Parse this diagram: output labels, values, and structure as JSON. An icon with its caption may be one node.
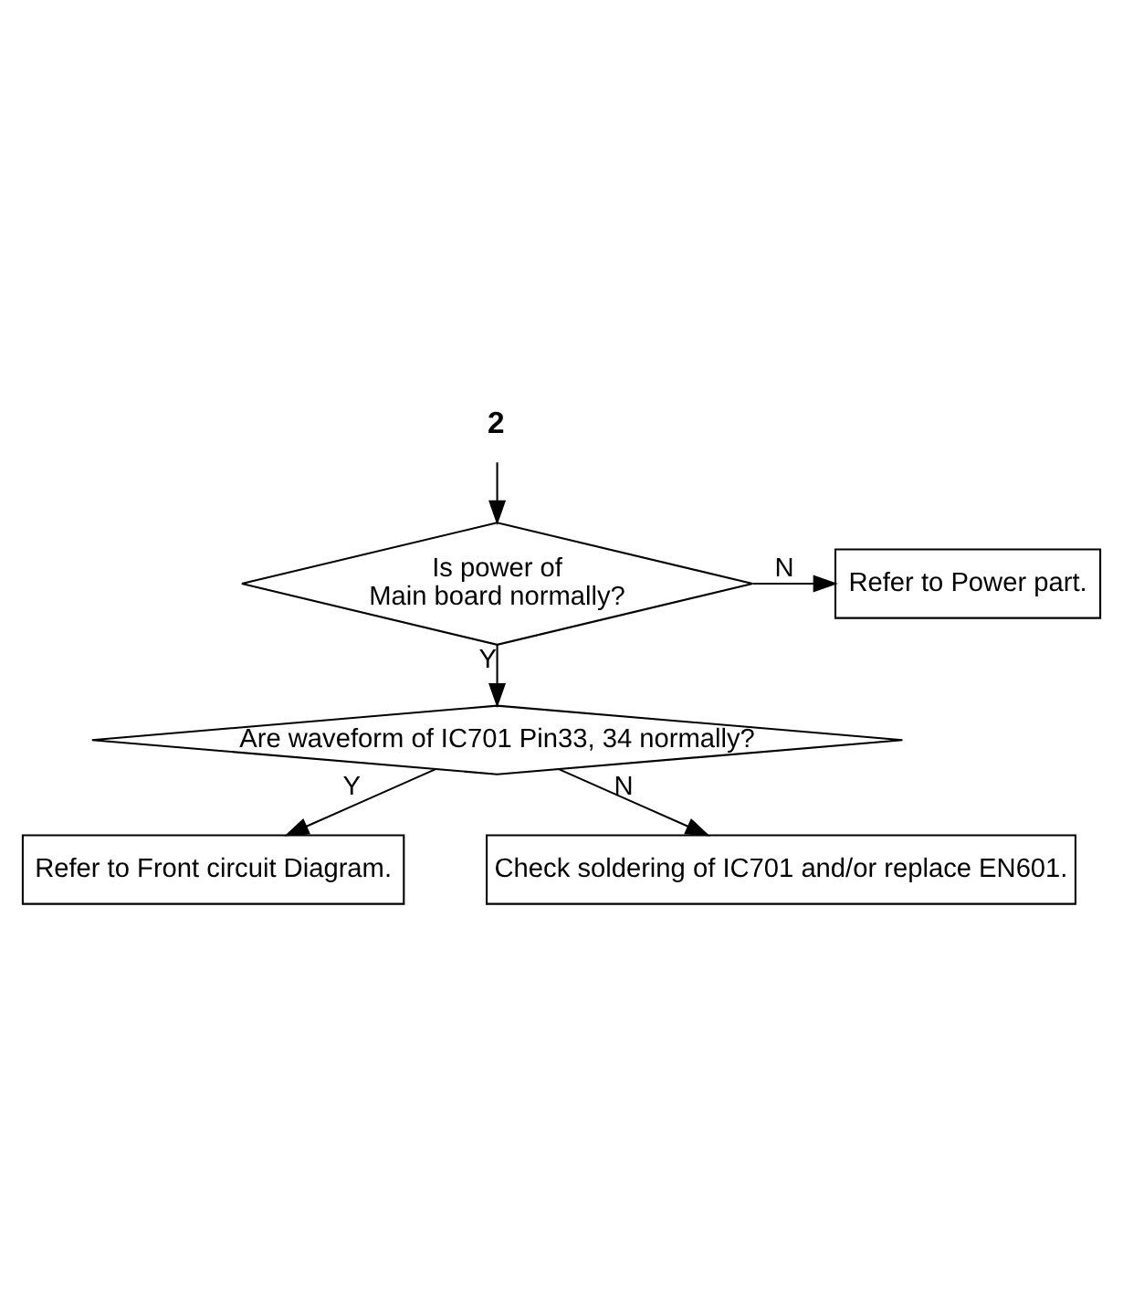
{
  "diagram": {
    "nodes": [
      {
        "text": [
          "2"
        ]
      },
      {
        "text": [
          "Is power of Main board normally?"
        ]
      },
      {
        "text": [
          "Refer to Power part."
        ]
      },
      {
        "text": [
          "Are waveform of IC701 Pin33, 34 normally?"
        ]
      },
      {
        "text": [
          "Refer to Front circuit Diagram."
        ]
      },
      {
        "text": [
          "Check soldering of IC701 and/or replace EN601."
        ]
      }
    ],
    "edges": [
      {
        "from": 0,
        "to": 1,
        "arrow": "to"
      },
      {
        "from": 1,
        "to": 2,
        "arrow": "to",
        "label": "N"
      },
      {
        "from": 1,
        "to": 3,
        "arrow": "to",
        "label": "Y"
      },
      {
        "from": 3,
        "to": 5,
        "arrow": "to",
        "label": "N"
      },
      {
        "from": 3,
        "to": 4,
        "arrow": "to",
        "label": "Y"
      }
    ]
  }
}
